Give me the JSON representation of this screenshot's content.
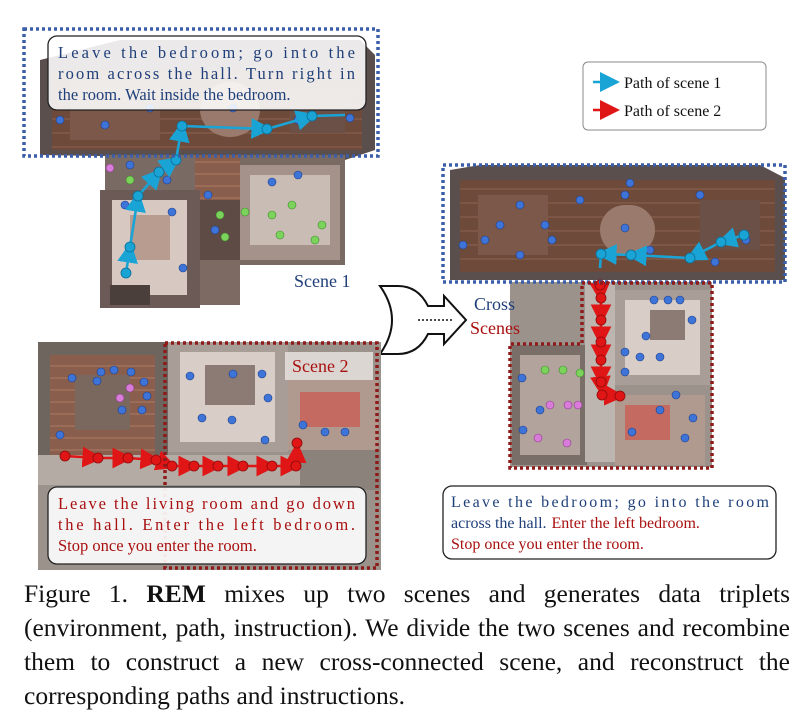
{
  "figure": {
    "scene1": {
      "label": "Scene 1",
      "instruction": [
        "Leave the bedroom; go into the",
        "room across the hall. Turn right in",
        "the room. Wait inside the bedroom."
      ]
    },
    "scene2": {
      "label": "Scene 2",
      "instruction": [
        "Leave the living room and go down",
        "the hall. Enter the left bedroom.",
        "Stop once you enter the room."
      ]
    },
    "cross": {
      "label_line1": "Cross",
      "label_line2": "Scenes",
      "instruction_blue_1": "Leave the bedroom; go into the room",
      "instruction_blue_2": "across the hall.",
      "instruction_red_2": "Enter the left bedroom.",
      "instruction_red_3": "Stop once you enter the room."
    },
    "legend": {
      "path1": "Path of scene 1",
      "path2": "Path of scene 2"
    },
    "colors": {
      "blue_frame": "#3a5fa8",
      "red_frame": "#8e1a1a",
      "path1": "#1aa4d6",
      "path2": "#e01515",
      "text_blue": "#1f3f7a",
      "text_red": "#a81010"
    }
  },
  "caption": {
    "prefix": "Figure 1.",
    "bold": "REM",
    "rest": "mixes up two scenes and generates data triplets (environment, path, instruction). We divide the two scenes and recombine them to construct a new cross-connected scene, and reconstruct the corresponding paths and instructions."
  }
}
